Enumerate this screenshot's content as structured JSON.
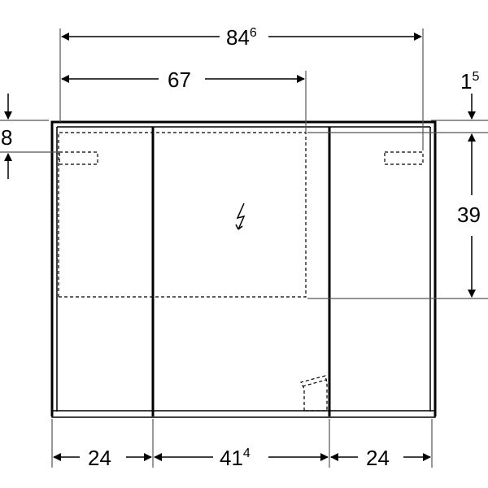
{
  "dimensions": {
    "overall_width": {
      "main": "84",
      "sup": "6"
    },
    "inner_width": {
      "main": "67",
      "sup": ""
    },
    "top_offset": {
      "main": "1",
      "sup": "5"
    },
    "inner_height": {
      "main": "39",
      "sup": ""
    },
    "handle_offset": {
      "main": "8",
      "sup": ""
    },
    "left_door": {
      "main": "24",
      "sup": ""
    },
    "center_door": {
      "main": "41",
      "sup": "4"
    },
    "right_door": {
      "main": "24",
      "sup": ""
    }
  },
  "icons": {
    "power": "lightning-bolt-icon"
  },
  "colors": {
    "line": "#000000",
    "extension": "#555555"
  }
}
